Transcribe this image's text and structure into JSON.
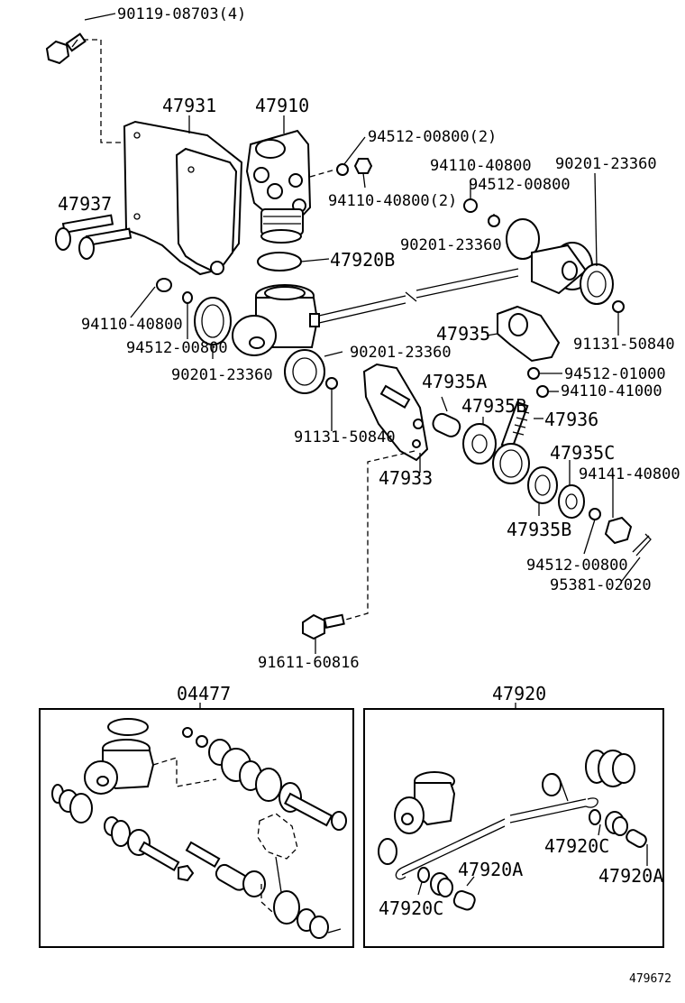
{
  "parts": {
    "p90119": "90119-08703(4)",
    "p47931": "47931",
    "p47910": "47910",
    "p94512_2": "94512-00800(2)",
    "p94110_1": "94110-40800",
    "p90201_a": "90201-23360",
    "p94512_b": "94512-00800",
    "p94110_2": "94110-40800(2)",
    "p47937": "47937",
    "p90201_b": "90201-23360",
    "p47920B": "47920B",
    "p94110_c": "94110-40800",
    "p94512_c": "94512-00800",
    "p90201_c": "90201-23360",
    "p90201_d": "90201-23360",
    "p47935": "47935",
    "p91131_a": "91131-50840",
    "p94512_01000": "94512-01000",
    "p94110_41000": "94110-41000",
    "p47935A": "47935A",
    "p47935B_top": "47935B",
    "p47936": "47936",
    "p91131_b": "91131-50840",
    "p47933": "47933",
    "p47935C": "47935C",
    "p94141": "94141-40800",
    "p47935B": "47935B",
    "p94512_d": "94512-00800",
    "p95381": "95381-02020",
    "p91611": "91611-60816"
  },
  "kits": {
    "left_title": "04477",
    "right_title": "47920",
    "c_upper": "47920C",
    "a_right": "47920A",
    "a_center": "47920A",
    "c_lower": "47920C"
  },
  "figure_number": "479672"
}
